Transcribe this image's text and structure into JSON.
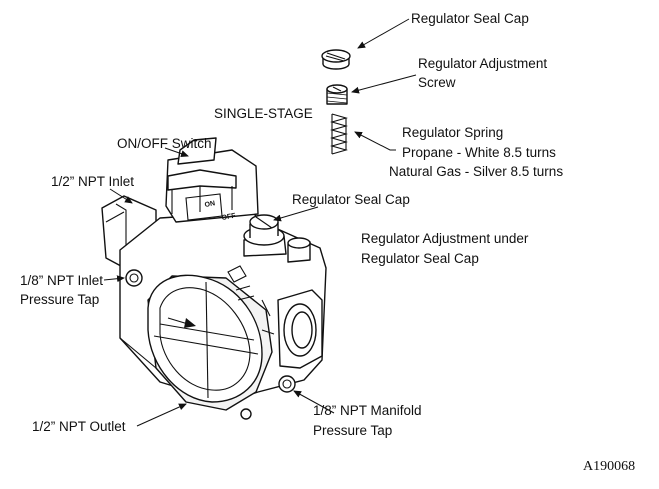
{
  "labels": {
    "regulator_seal_cap_top": "Regulator Seal Cap",
    "regulator_adjustment_screw_line1": "Regulator Adjustment",
    "regulator_adjustment_screw_line2": "Screw",
    "single_stage": "SINGLE-STAGE",
    "regulator_spring": "Regulator Spring",
    "propane": "Propane - White 8.5 turns",
    "natural_gas": "Natural Gas - Silver 8.5 turns",
    "on_off_switch": "ON/OFF Switch",
    "npt_inlet": "1/2” NPT Inlet",
    "regulator_seal_cap_valve": "Regulator Seal Cap",
    "adjustment_under_line1": "Regulator Adjustment under",
    "adjustment_under_line2": "Regulator Seal Cap",
    "inlet_pressure_tap_line1": "1/8” NPT Inlet",
    "inlet_pressure_tap_line2": "Pressure Tap",
    "npt_outlet": "1/2” NPT Outlet",
    "manifold_tap_line1": "1/8” NPT Manifold",
    "manifold_tap_line2": "Pressure Tap",
    "figure_code": "A190068",
    "switch_on": "ON",
    "switch_off": "OFF"
  }
}
